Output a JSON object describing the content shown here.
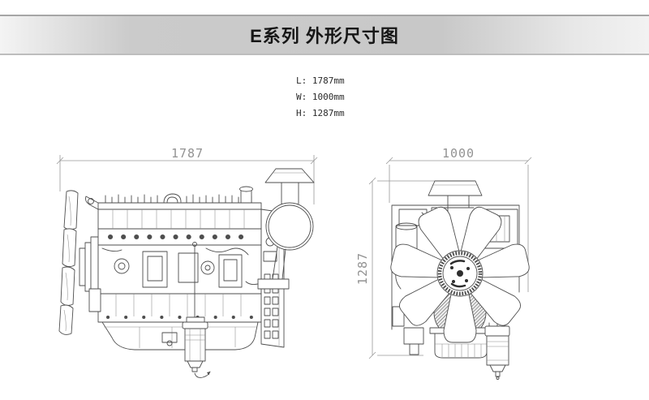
{
  "banner": {
    "title": "E系列 外形尺寸图"
  },
  "specs": {
    "length": "L: 1787mm",
    "width": "W: 1000mm",
    "height": "H: 1287mm"
  },
  "side_view": {
    "length_label": "1787"
  },
  "front_view": {
    "width_label": "1000",
    "height_label": "1287"
  },
  "colors": {
    "banner_center": "#c8c8c8",
    "banner_edge": "#f2f2f2",
    "drawing_line": "#4e4e4e",
    "dimension_gray": "#929292",
    "title_text": "#161616"
  }
}
